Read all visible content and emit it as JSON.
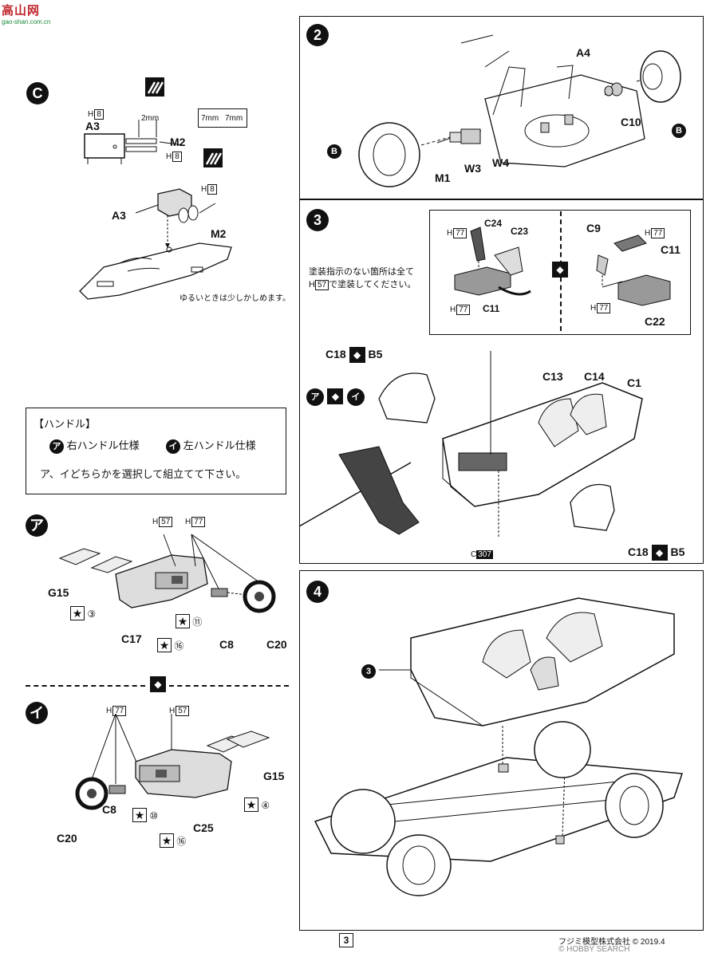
{
  "watermark": {
    "brand": "高山网",
    "sub": "gao-shan.com.cn"
  },
  "stepC": {
    "step": "C",
    "parts": {
      "a3": "A3",
      "m2": "M2"
    },
    "color_code": "8",
    "color_prefix": "H",
    "dims": {
      "d1": "2mm",
      "d2": "7mm",
      "d3": "7mm"
    },
    "note": "ゆるいときは少しかしめます。"
  },
  "handle": {
    "title": "【ハンドル】",
    "opt_a_mark": "ア",
    "opt_a": "右ハンドル仕様",
    "opt_i_mark": "イ",
    "opt_i": "左ハンドル仕様",
    "instruction": "ア、イどちらかを選択して組立てて下さい。"
  },
  "optA": {
    "mark": "ア",
    "parts": {
      "g15": "G15",
      "c17": "C17",
      "c8": "C8",
      "c20": "C20"
    },
    "h1": "57",
    "h2": "77",
    "stars": [
      "③",
      "⑪",
      "⑯"
    ]
  },
  "optI": {
    "mark": "イ",
    "parts": {
      "c20": "C20",
      "c8": "C8",
      "c25": "C25",
      "g15": "G15"
    },
    "h1": "77",
    "h2": "57",
    "stars": [
      "⑩",
      "④",
      "⑯"
    ]
  },
  "step2": {
    "step": "2",
    "parts": {
      "a4": "A4",
      "c10": "C10",
      "b": "B",
      "m1": "M1",
      "w3": "W3",
      "w4": "W4"
    }
  },
  "step3": {
    "step": "3",
    "note1": "塗装指示のない箇所は全て",
    "note2_prefix": "H",
    "note2_code": "57",
    "note2_suffix": "で塗装してください。",
    "inset": {
      "c24": "C24",
      "c23": "C23",
      "c11": "C11",
      "c9": "C9",
      "c22": "C22",
      "h": "77"
    },
    "parts": {
      "c18": "C18",
      "b5": "B5",
      "c13": "C13",
      "c14": "C14",
      "c1": "C1",
      "a": "ア",
      "i": "イ"
    },
    "decal_prefix": "C",
    "decal": "307"
  },
  "step4": {
    "step": "4",
    "ref": "3"
  },
  "footer": {
    "page": "3",
    "copyright": "フジミ模型株式会社 © 2019.4",
    "watermark2": "© HOBBY SEARCH"
  }
}
